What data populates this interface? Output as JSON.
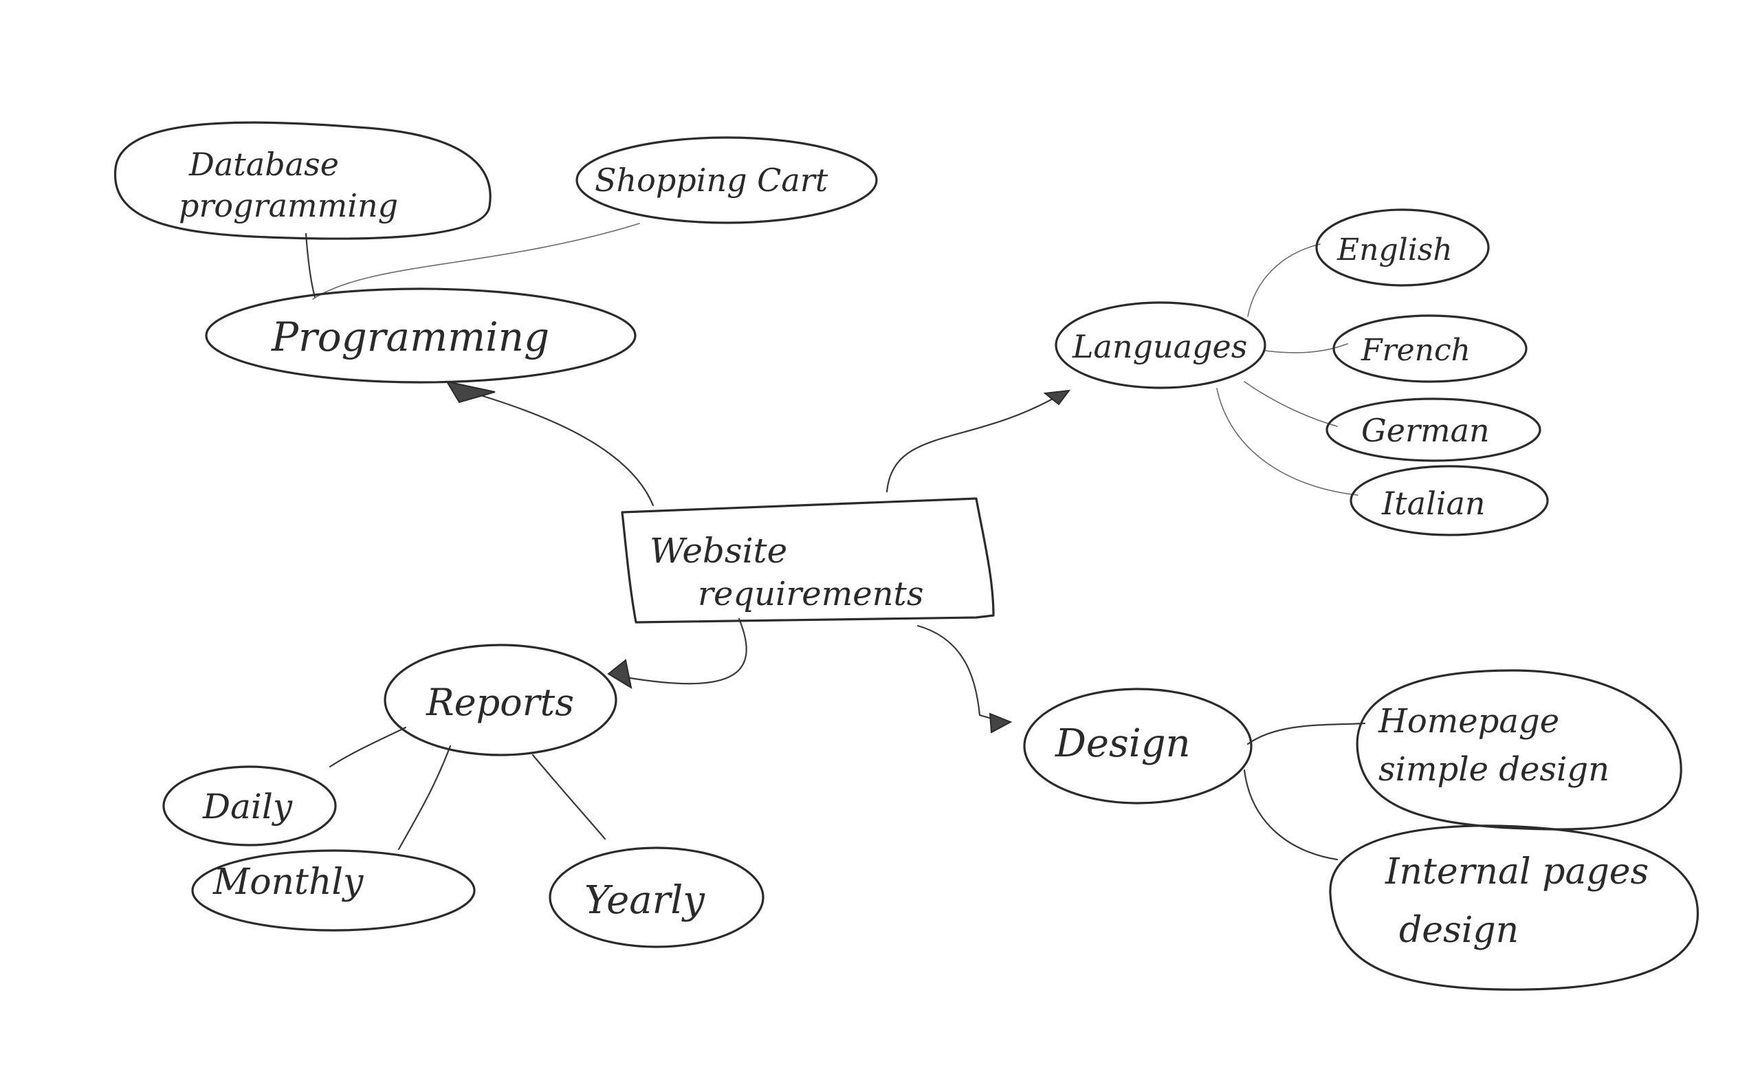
{
  "center": {
    "label_line1": "Website",
    "label_line2": "requirements"
  },
  "programming": {
    "label": "Programming",
    "children": {
      "database_line1": "Database",
      "database_line2": "programming",
      "shopping_cart": "Shopping Cart"
    }
  },
  "languages": {
    "label": "Languages",
    "children": [
      "English",
      "French",
      "German",
      "Italian"
    ]
  },
  "reports": {
    "label": "Reports",
    "children": [
      "Daily",
      "Monthly",
      "Yearly"
    ]
  },
  "design": {
    "label": "Design",
    "homepage_line1": "Homepage",
    "homepage_line2": "simple design",
    "internal_line1": "Internal pages",
    "internal_line2": "design"
  }
}
